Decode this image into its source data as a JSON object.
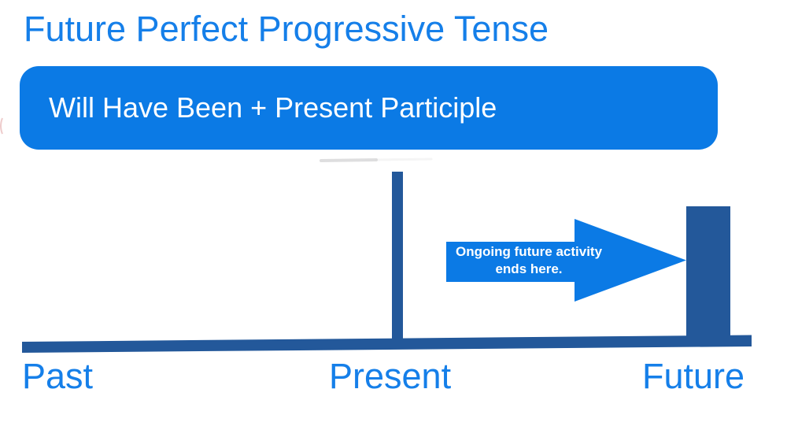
{
  "slide": {
    "title": "Future Perfect Progressive Tense",
    "formula": "Will Have Been + Present Participle"
  },
  "timeline": {
    "past_label": "Past",
    "present_label": "Present",
    "future_label": "Future",
    "arrow_note_line1": "Ongoing future activity",
    "arrow_note_line2": "ends here."
  },
  "colors": {
    "bright_blue": "#0B7AE5",
    "text_blue": "#157FE9",
    "dark_blue": "#23589A",
    "note_text_white": "#FFFFFF"
  }
}
